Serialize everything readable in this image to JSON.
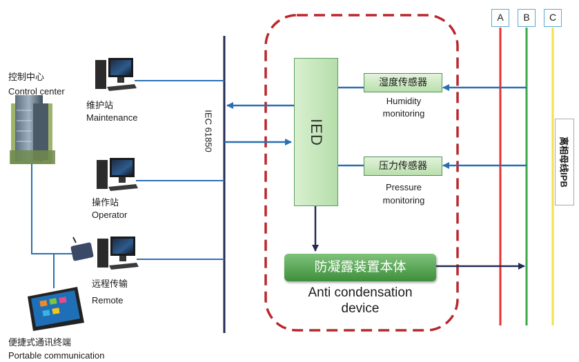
{
  "control_center": {
    "zh": "控制中心",
    "en": "Control center"
  },
  "maintenance": {
    "zh": "维护站",
    "en": "Maintenance"
  },
  "operator": {
    "zh": "操作站",
    "en": "Operator"
  },
  "remote": {
    "zh": "远程传输",
    "en": "Remote"
  },
  "portable": {
    "zh": "便捷式通讯终端",
    "en": "Portable communication"
  },
  "bus_label": "IEC 61850",
  "ied_label": "IED",
  "humidity": {
    "sensor": "湿度传感器",
    "line1": "Humidity",
    "line2": "monitoring"
  },
  "pressure": {
    "sensor": "压力传感器",
    "line1": "Pressure",
    "line2": "monitoring"
  },
  "device": {
    "zh": "防凝露装置本体",
    "line1": "Anti condensation",
    "line2": "device"
  },
  "phases": [
    "A",
    "B",
    "C"
  ],
  "ipb_label": "离相母线IPB",
  "colors": {
    "phase_a": "#e8312f",
    "phase_b": "#3aa84a",
    "phase_c": "#f2e14c",
    "arrow_blue": "#2a6fb0",
    "boundary": "#b8272b",
    "bus": "#1f2a56"
  }
}
